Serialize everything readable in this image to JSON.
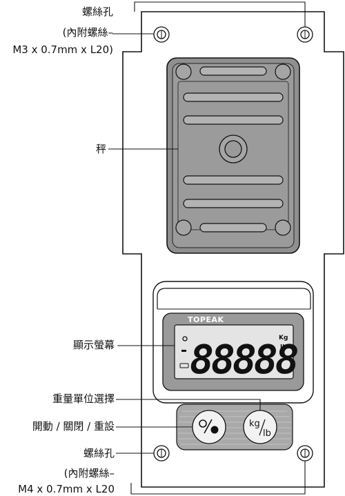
{
  "labels": {
    "top_hole_title": "螺絲孔",
    "top_hole_note": "(內附螺絲–",
    "top_hole_spec": "M3 x 0.7mm x L20)",
    "scale": "秤",
    "display": "顯示螢幕",
    "unit_select": "重量單位選擇",
    "power_reset": "開動 / 關閉 / 重設",
    "bottom_hole_title": "螺絲孔",
    "bottom_hole_note": "(內附螺絲–",
    "bottom_hole_spec": "M4 x 0.7mm x L20"
  },
  "lcd": {
    "brand": "TOPEAK",
    "digits": "88888",
    "unit_kg": "Kg",
    "unit_lb": "lb"
  },
  "buttons": {
    "power_symbol": "O/●",
    "unit_kg": "kg",
    "unit_lb": "lb"
  }
}
